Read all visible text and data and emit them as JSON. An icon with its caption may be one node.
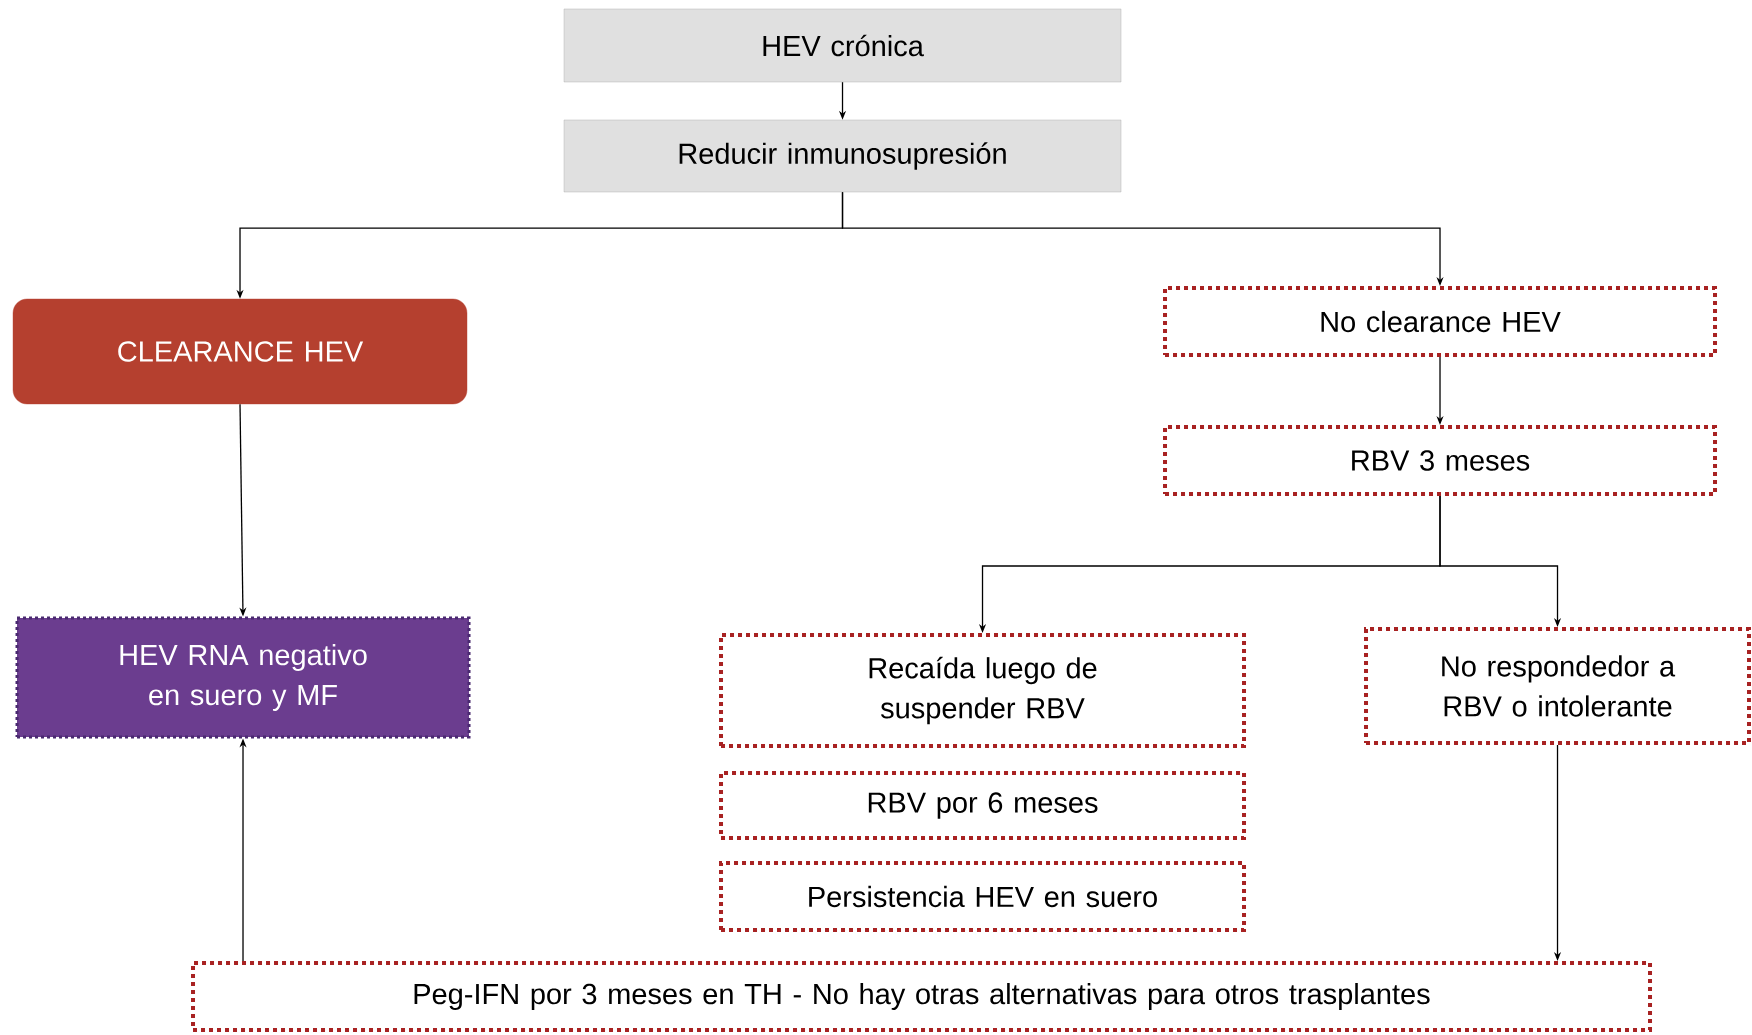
{
  "diagram": {
    "nodes": [
      {
        "text": [
          "HEV crónica"
        ]
      },
      {
        "text": [
          "Reducir inmunosupresión"
        ]
      },
      {
        "text": [
          "CLEARANCE HEV"
        ]
      },
      {
        "text": [
          "No clearance HEV"
        ]
      },
      {
        "text": [
          "RBV 3 meses"
        ]
      },
      {
        "text": [
          "HEV RNA negativo en suero y MF"
        ]
      },
      {
        "text": [
          "Recaída luego de suspender RBV"
        ]
      },
      {
        "text": [
          "No respondedor a RBV o intolerante"
        ]
      },
      {
        "text": [
          "RBV por 6 meses"
        ]
      },
      {
        "text": [
          "Persistencia HEV en suero"
        ]
      },
      {
        "text": [
          "Peg-IFN por 3 meses en TH - No hay otras alternativas para otros trasplantes"
        ]
      }
    ],
    "edges": [
      {
        "from": 0,
        "to": 1,
        "arrow": "to"
      },
      {
        "from": 1,
        "to": 2,
        "arrow": "to"
      },
      {
        "from": 1,
        "to": 3,
        "arrow": "to"
      },
      {
        "from": 2,
        "to": 5,
        "arrow": "to"
      },
      {
        "from": 3,
        "to": 4,
        "arrow": "to"
      },
      {
        "from": 4,
        "to": 6,
        "arrow": "to"
      },
      {
        "from": 4,
        "to": 7,
        "arrow": "to"
      },
      {
        "from": 7,
        "to": 10,
        "arrow": "to"
      },
      {
        "from": 10,
        "to": 5,
        "arrow": "to"
      }
    ]
  }
}
